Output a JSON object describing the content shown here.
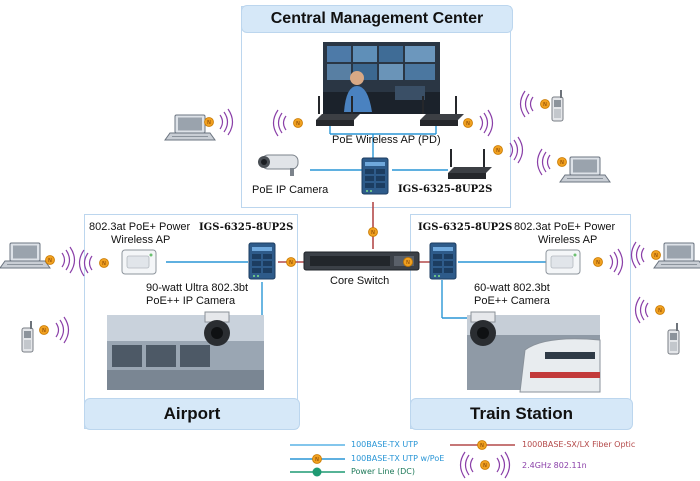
{
  "zones": {
    "cmc": {
      "title": "Central Management Center"
    },
    "airport": {
      "title": "Airport"
    },
    "train": {
      "title": "Train Station"
    }
  },
  "labels": {
    "poe_ap_pd": "PoE Wireless AP (PD)",
    "poe_ip_camera": "PoE IP Camera",
    "core_switch": "Core Switch",
    "model_cmc": "IGS-6325-8UP2S",
    "model_airport": "IGS-6325-8UP2S",
    "model_train": "IGS-6325-8UP2S",
    "airport_ap_line1": "802.3at PoE+ Power",
    "airport_ap_line2": "Wireless AP",
    "airport_cam_line1": "90-watt Ultra 802.3bt",
    "airport_cam_line2": "PoE++ IP Camera",
    "train_ap_line1": "802.3at PoE+ Power",
    "train_ap_line2": "Wireless AP",
    "train_cam_line1": "60-watt 802.3bt",
    "train_cam_line2": "PoE++ Camera"
  },
  "legend": {
    "utp": "100BASE-TX UTP",
    "utp_poe": "100BASE-TX UTP w/PoE",
    "power_line": "Power Line (DC)",
    "fiber": "1000BASE-SX/LX Fiber Optic",
    "wifi": "2.4GHz 802.11n"
  },
  "colors": {
    "utp": "#5ab4e6",
    "utp_poe": "#2a96d6",
    "power_line": "#1f9a73",
    "fiber": "#b44a4a",
    "wifi_wave": "#8a3fa8",
    "badge": "#f0a020",
    "zone_border": "#bcd6ee",
    "zone_title_bg": "#d6e8f8",
    "switch_body": "#2e5b8a"
  }
}
